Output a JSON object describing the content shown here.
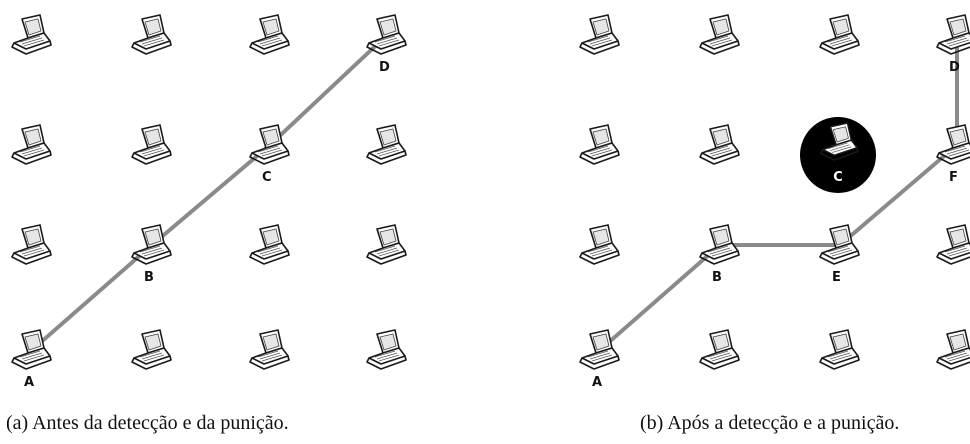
{
  "panels": [
    {
      "id": "a",
      "caption": "(a) Antes da detecção e da punição.",
      "labels": [
        "A",
        "B",
        "C",
        "D"
      ],
      "path": [
        "A",
        "B",
        "C",
        "D"
      ],
      "removed_node": null
    },
    {
      "id": "b",
      "caption": "(b) Após a detecção e a punição.",
      "labels": [
        "A",
        "B",
        "C",
        "D",
        "E",
        "F"
      ],
      "path": [
        "A",
        "B",
        "E",
        "F",
        "D"
      ],
      "removed_node": "C"
    }
  ],
  "colors": {
    "link": "#8a8a8a",
    "removed_node_background": "#000000",
    "laptop_outline": "#1a1a1a"
  },
  "icon": "laptop-icon"
}
